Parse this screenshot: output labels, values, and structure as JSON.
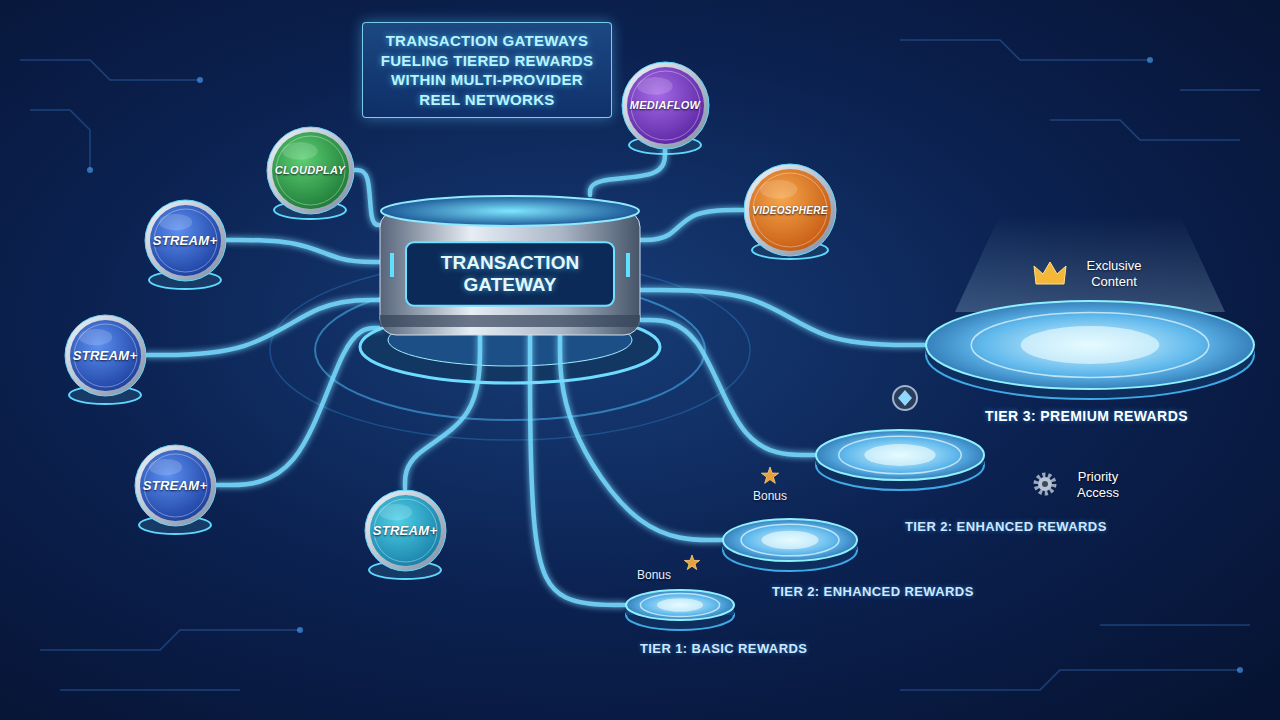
{
  "diagram": {
    "title": "TRANSACTION GATEWAYS FUELING TIERED REWARDS WITHIN MULTI-PROVIDER REEL NETWORKS",
    "nodes": [
      {
        "text": [
          "STREAM+"
        ]
      },
      {
        "text": [
          "CLOUDPLAY"
        ]
      },
      {
        "text": [
          "MEDIAFLOW"
        ]
      },
      {
        "text": [
          "VIDEOSPHERE"
        ]
      },
      {
        "text": [
          "STREAM+"
        ]
      },
      {
        "text": [
          "STREAM+"
        ]
      },
      {
        "text": [
          "STREAM+"
        ]
      },
      {
        "text": [
          "TRANSACTION GATEWAY"
        ]
      },
      {
        "text": [
          "TIER 3: PREMIUM REWARDS"
        ]
      },
      {
        "text": [
          "TIER 2: ENHANCED REWARDS"
        ]
      },
      {
        "text": [
          "TIER 2: ENHANCED REWARDS"
        ]
      },
      {
        "text": [
          "TIER 1: BASIC REWARDS"
        ]
      }
    ],
    "edges": [
      {
        "from": 0,
        "to": 7,
        "arrow": "none"
      },
      {
        "from": 1,
        "to": 7,
        "arrow": "none"
      },
      {
        "from": 2,
        "to": 7,
        "arrow": "none"
      },
      {
        "from": 3,
        "to": 7,
        "arrow": "none"
      },
      {
        "from": 4,
        "to": 7,
        "arrow": "none"
      },
      {
        "from": 5,
        "to": 7,
        "arrow": "none"
      },
      {
        "from": 6,
        "to": 7,
        "arrow": "none"
      },
      {
        "from": 7,
        "to": 8,
        "arrow": "none"
      },
      {
        "from": 7,
        "to": 9,
        "arrow": "none"
      },
      {
        "from": 7,
        "to": 10,
        "arrow": "none"
      },
      {
        "from": 7,
        "to": 11,
        "arrow": "none"
      }
    ],
    "labels": [
      "Exclusive Content",
      "Priority Access",
      "Bonus",
      "Bonus"
    ]
  }
}
